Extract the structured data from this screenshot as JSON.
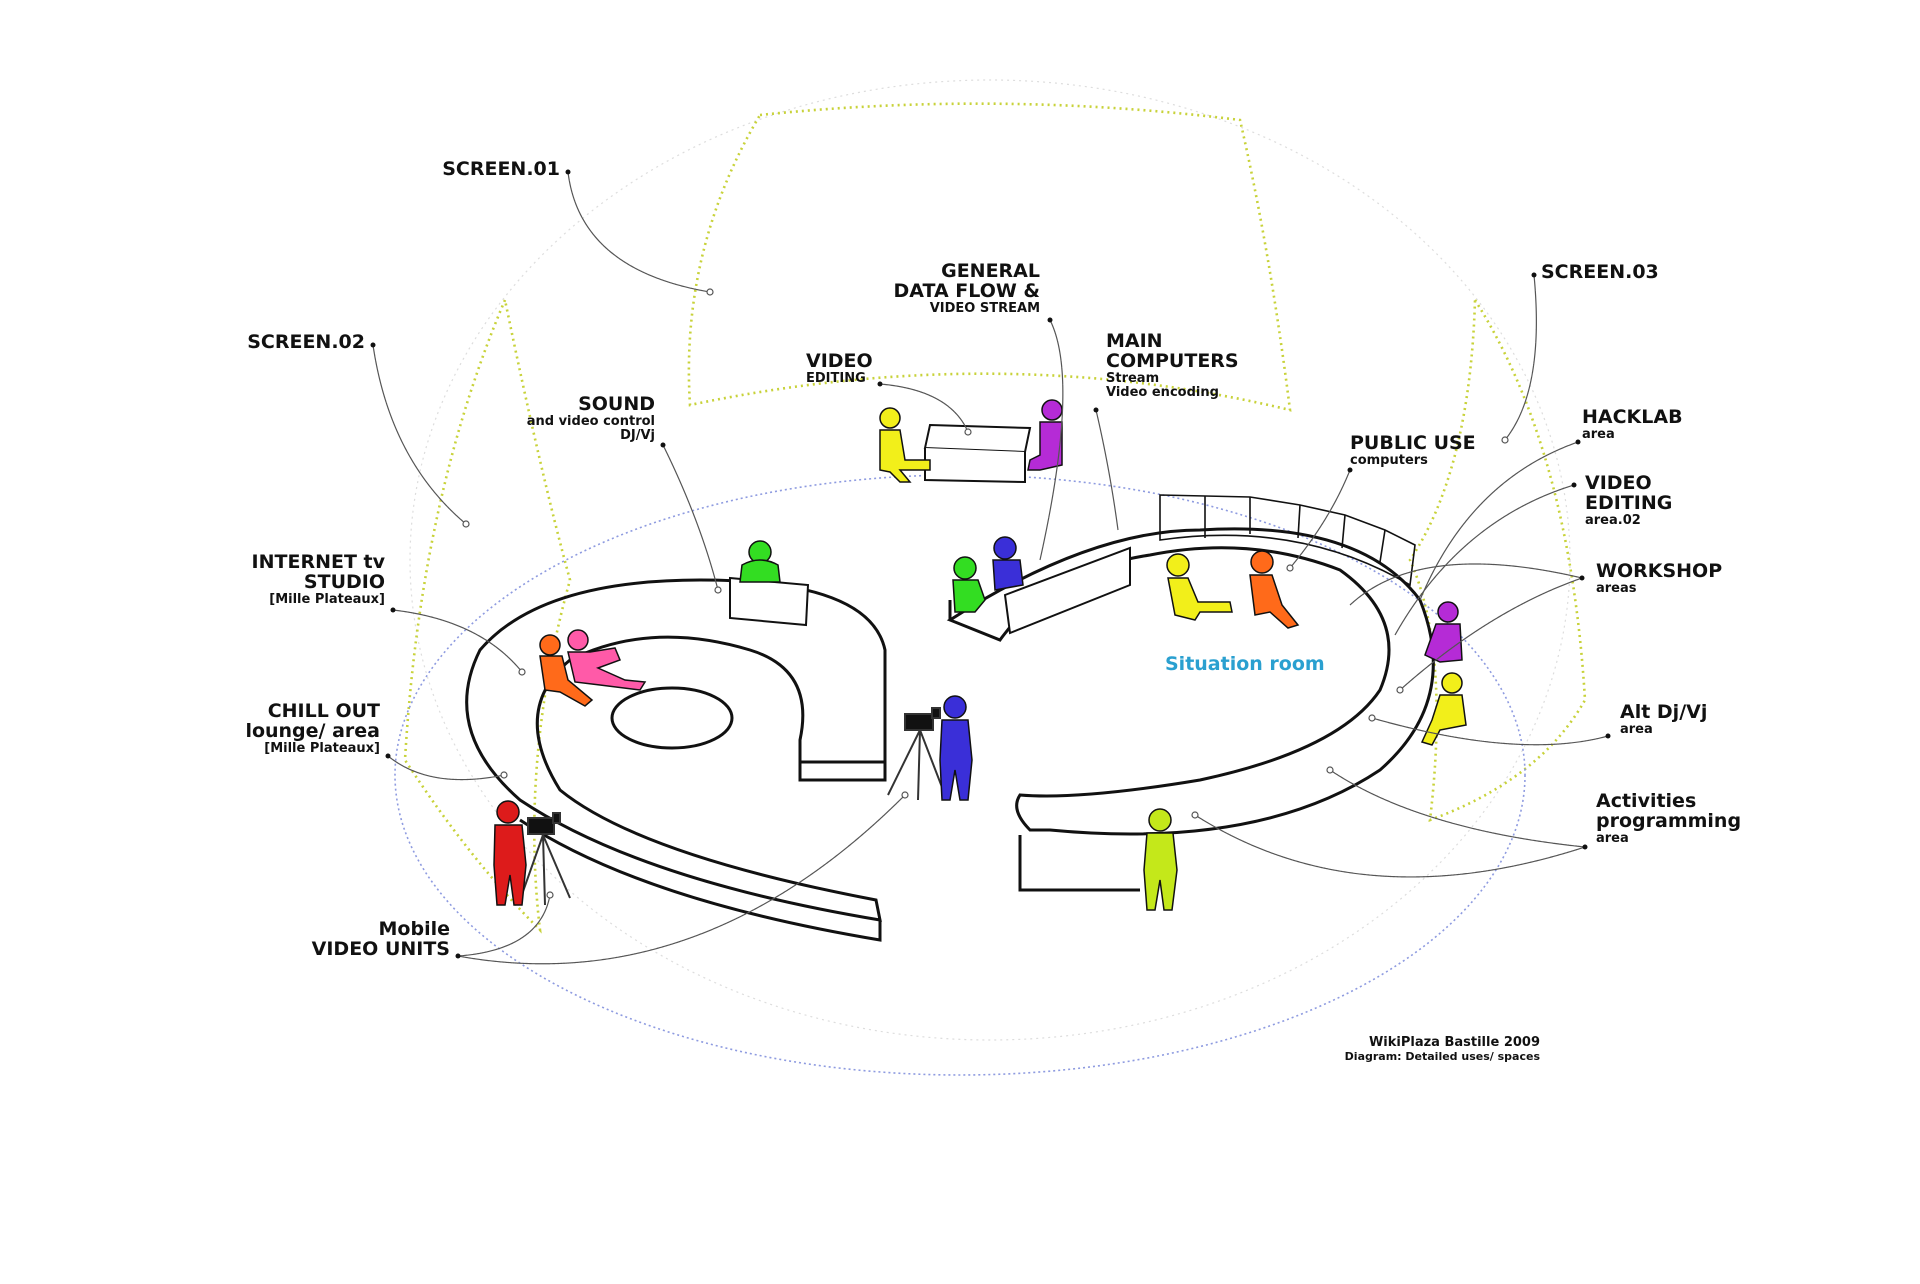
{
  "labels": {
    "screen01": "SCREEN.01",
    "screen02": "SCREEN.02",
    "screen03": "SCREEN.03",
    "general_1": "GENERAL",
    "general_2": "DATA FLOW &",
    "general_3": "VIDEO STREAM",
    "video_editing_1": "VIDEO",
    "video_editing_2": "EDITING",
    "main_computers_1": "MAIN",
    "main_computers_2": "COMPUTERS",
    "main_computers_3": "Stream",
    "main_computers_4": "Video encoding",
    "sound_1": "SOUND",
    "sound_2": "and  video control",
    "sound_3": "DJ/Vj",
    "public_use_1": "PUBLIC USE",
    "public_use_2": "computers",
    "hacklab_1": "HACKLAB",
    "hacklab_2": "area",
    "video_editing2_1": "VIDEO",
    "video_editing2_2": "EDITING",
    "video_editing2_3": "area.02",
    "workshop_1": "WORKSHOP",
    "workshop_2": "areas",
    "internet_tv_1": "INTERNET tv",
    "internet_tv_2": "STUDIO",
    "internet_tv_3": "[Mille Plateaux]",
    "chill_out_1": "CHILL OUT",
    "chill_out_2": "lounge/ area",
    "chill_out_3": "[Mille Plateaux]",
    "alt_dj_1": "Alt Dj/Vj",
    "alt_dj_2": "area",
    "activities_1": "Activities",
    "activities_2": "programming",
    "activities_3": "area",
    "mobile_1": "Mobile",
    "mobile_2": "VIDEO UNITS",
    "situation_room": "Situation room",
    "credit_1": "WikiPlaza Bastille 2009",
    "credit_2": "Diagram: Detailed uses/ spaces"
  },
  "colors": {
    "outline": "#111111",
    "screen_dotted": "#c8d23a",
    "floor_dotted": "#8e9be0",
    "leader": "#555555",
    "situation_text": "#2aa0d0",
    "figure_yellow": "#f2ef1a",
    "figure_purple": "#b52bd6",
    "figure_green": "#33dd22",
    "figure_blue": "#3a2fd8",
    "figure_orange": "#ff6a1a",
    "figure_pink": "#ff5aa8",
    "figure_red": "#dd1b1b",
    "figure_lime": "#c4e81a"
  },
  "figures": [
    {
      "name": "yellow-editor",
      "color": "figure_yellow"
    },
    {
      "name": "purple-editor",
      "color": "figure_purple"
    },
    {
      "name": "green-sound-operator",
      "color": "figure_green"
    },
    {
      "name": "green-computer-user",
      "color": "figure_green"
    },
    {
      "name": "blue-computer-user",
      "color": "figure_blue"
    },
    {
      "name": "yellow-public-user",
      "color": "figure_yellow"
    },
    {
      "name": "orange-public-user",
      "color": "figure_orange"
    },
    {
      "name": "orange-tv-guest",
      "color": "figure_orange"
    },
    {
      "name": "pink-tv-guest",
      "color": "figure_pink"
    },
    {
      "name": "blue-camera-operator",
      "color": "figure_blue"
    },
    {
      "name": "red-camera-operator",
      "color": "figure_red"
    },
    {
      "name": "purple-workshop-person",
      "color": "figure_purple"
    },
    {
      "name": "yellow-dj",
      "color": "figure_yellow"
    },
    {
      "name": "lime-activities-person",
      "color": "figure_lime"
    }
  ]
}
